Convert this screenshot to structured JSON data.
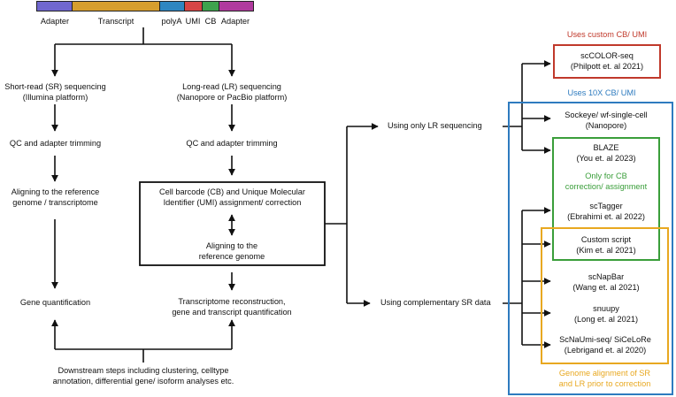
{
  "read_structure": {
    "segments": [
      {
        "label": "Adapter",
        "color": "#7067CF"
      },
      {
        "label": "Transcript",
        "color": "#D69E2E"
      },
      {
        "label": "polyA",
        "color": "#2E86C1"
      },
      {
        "label": "UMI",
        "color": "#D64545"
      },
      {
        "label": "CB",
        "color": "#3FA34D"
      },
      {
        "label": "Adapter",
        "color": "#B03A9E"
      }
    ]
  },
  "short_read": {
    "title_line1": "Short-read (SR) sequencing",
    "title_line2": "(Illumina platform)",
    "qc": "QC and adapter trimming",
    "align_line1": "Aligning to the reference",
    "align_line2": "genome / transcriptome",
    "quant": "Gene quantification"
  },
  "long_read": {
    "title_line1": "Long-read (LR) sequencing",
    "title_line2": "(Nanopore or PacBio platform)",
    "qc": "QC and adapter trimming",
    "cb_line1": "Cell barcode (CB) and Unique Molecular",
    "cb_line2": "Identifier (UMI) assignment/ correction",
    "align_line1": "Aligning to the",
    "align_line2": "reference genome",
    "recon_line1": "Transcriptome reconstruction,",
    "recon_line2": "gene and transcript quantification"
  },
  "downstream": {
    "line1": "Downstream steps including clustering, celltype",
    "line2": "annotation, differential gene/ isoform analyses etc."
  },
  "branches": {
    "lr_only": "Using only LR sequencing",
    "complementary_sr": "Using complementary SR data"
  },
  "groups": {
    "custom_label": "Uses custom CB/ UMI",
    "tenx_label": "Uses 10X CB/ UMI",
    "cb_only_line1": "Only for CB",
    "cb_only_line2": "correction/ assignment",
    "genome_align_line1": "Genome alignment of SR",
    "genome_align_line2": "and LR prior to correction"
  },
  "tools": {
    "sccolor": {
      "name": "scCOLOR-seq",
      "ref": "(Philpott et. al 2021)"
    },
    "sockeye": {
      "name": "Sockeye/ wf-single-cell",
      "ref": "(Nanopore)"
    },
    "blaze": {
      "name": "BLAZE",
      "ref": "(You et. al 2023)"
    },
    "sctagger": {
      "name": "scTagger",
      "ref": "(Ebrahimi et. al 2022)"
    },
    "custom": {
      "name": "Custom script",
      "ref": "(Kim et. al 2021)"
    },
    "scnapbar": {
      "name": "scNapBar",
      "ref": "(Wang et. al 2021)"
    },
    "snuupy": {
      "name": "snuupy",
      "ref": "(Long et. al 2021)"
    },
    "scnaumi": {
      "name": "ScNaUmi-seq/ SiCeLoRe",
      "ref": "(Lebrigand et. al 2020)"
    }
  },
  "colors": {
    "red": "#C0392B",
    "blue": "#2E7BBF",
    "green": "#3A9E3A",
    "orange": "#E8A820",
    "line": "#111111"
  }
}
